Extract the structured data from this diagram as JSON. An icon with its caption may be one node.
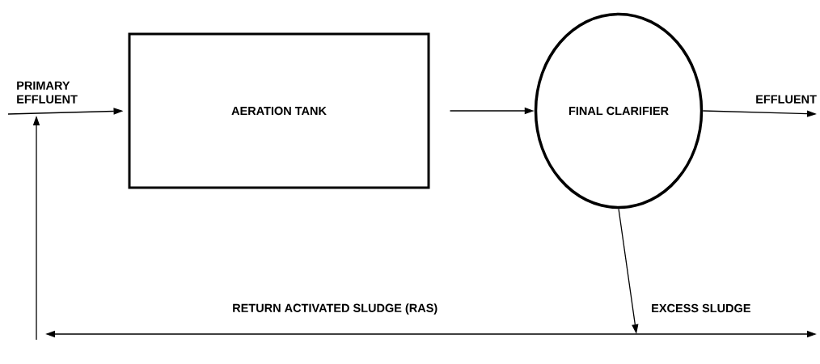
{
  "diagram": {
    "nodes": [
      {
        "text": [
          "AERATION TANK"
        ]
      },
      {
        "text": [
          "FINAL CLARIFIER"
        ]
      }
    ],
    "edges": [
      {
        "from": null,
        "to": 0,
        "arrow": "to",
        "label": "PRIMARY EFFLUENT"
      },
      {
        "from": 0,
        "to": 1,
        "arrow": "to"
      },
      {
        "from": 1,
        "to": null,
        "arrow": "to",
        "label": "EFFLUENT"
      },
      {
        "from": 1,
        "to": null,
        "arrow": "to",
        "label": "EXCESS SLUDGE"
      }
    ],
    "labels": [
      "RETURN ACTIVATED SLUDGE (RAS)"
    ]
  }
}
